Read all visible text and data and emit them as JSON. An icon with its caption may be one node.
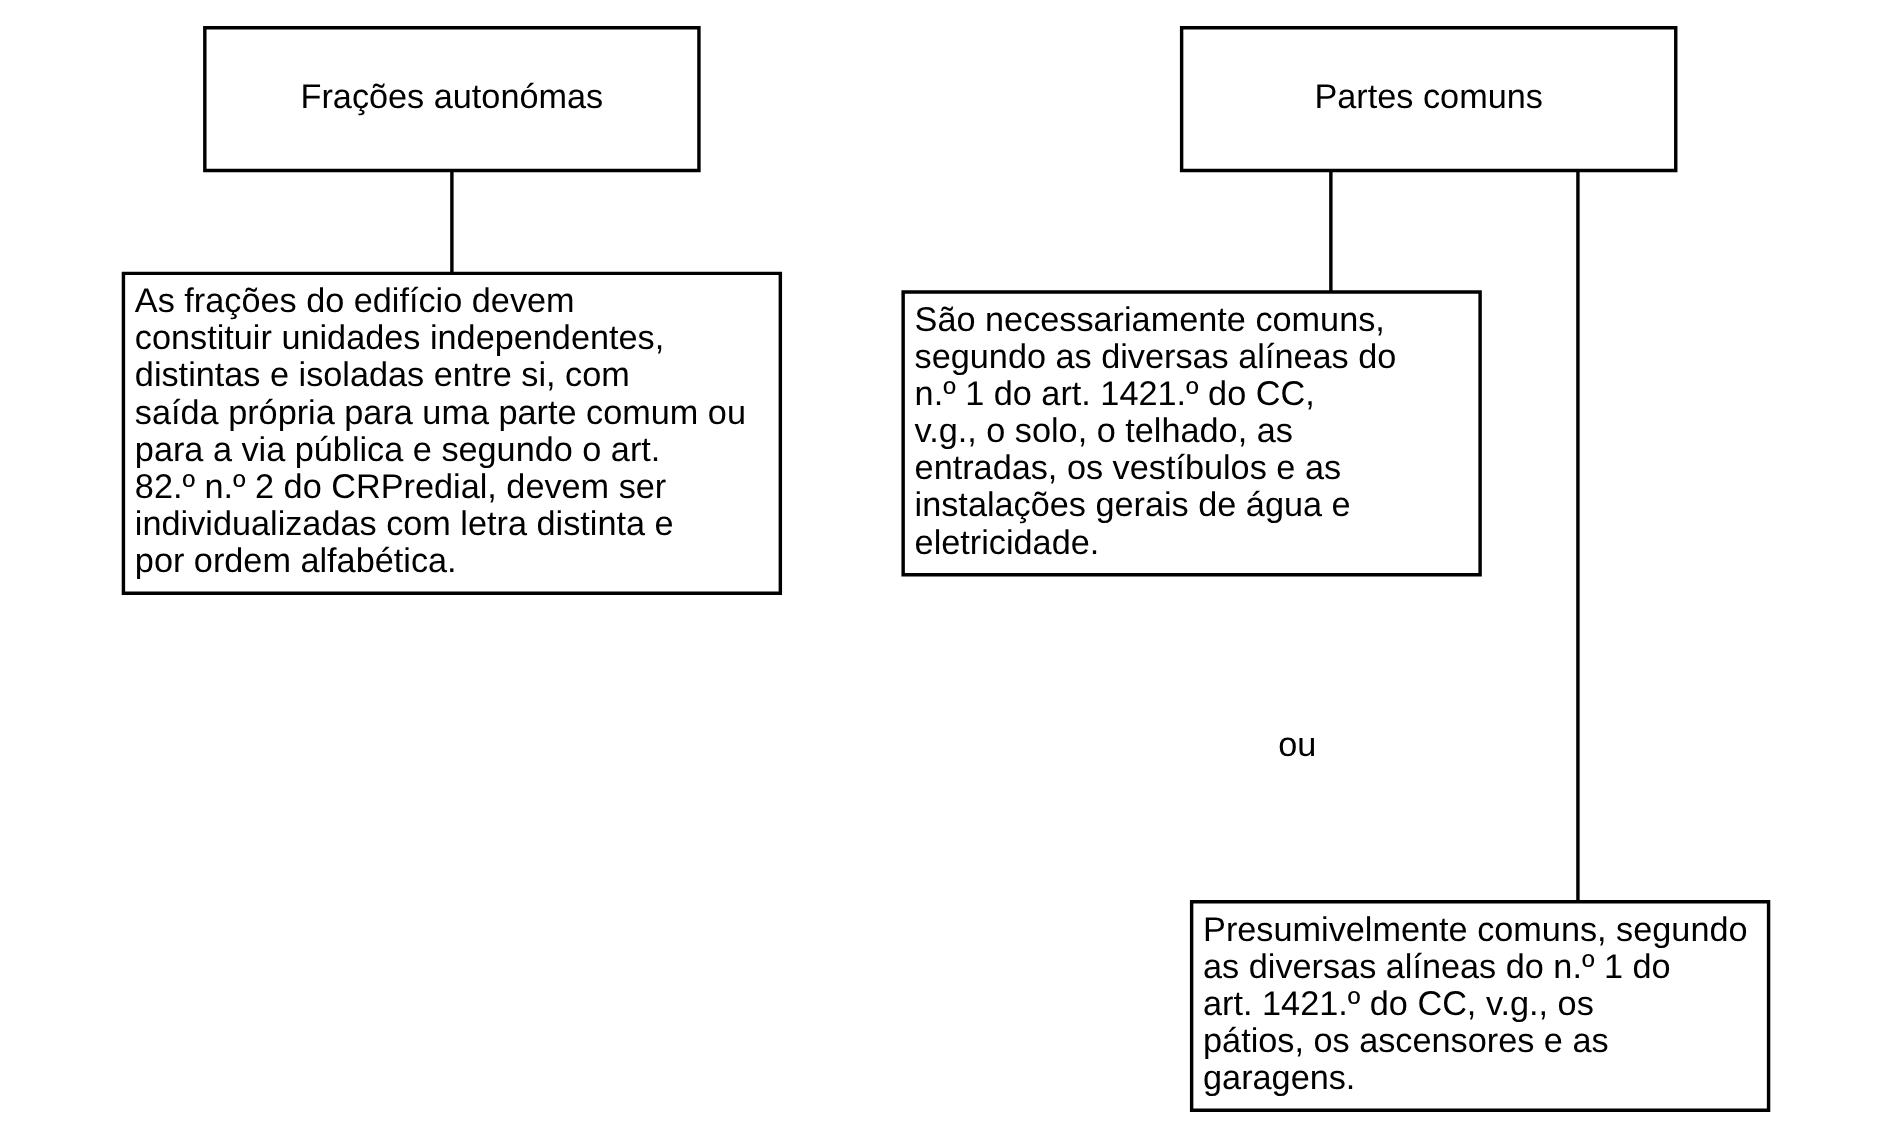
{
  "diagram": {
    "nodes": [
      {
        "text": [
          "Frações autonómas"
        ]
      },
      {
        "text": [
          "As frações do edifício devem constituir unidades independentes, distintas e isoladas entre si, com saída própria para uma parte comum ou para a via pública e segundo o art. 82.º n.º 2 do CRPredial, devem ser individualizadas com letra distinta e por ordem alfabética."
        ]
      },
      {
        "text": [
          "Partes comuns"
        ]
      },
      {
        "text": [
          "São necessariamente comuns, segundo as diversas alíneas do n.º 1 do art. 1421.º do CC, v.g., o solo, o telhado, as entradas, os vestíbulos e as instalações gerais de água e eletricidade."
        ]
      },
      {
        "text": [
          "Presumivelmente comuns, segundo as diversas alíneas do n.º 1 do art. 1421.º do CC, v.g., os pátios, os ascensores e as garagens."
        ]
      }
    ],
    "edges": [
      {
        "from": 0,
        "to": 1,
        "arrow": "none"
      },
      {
        "from": 2,
        "to": 3,
        "arrow": "none"
      },
      {
        "from": 2,
        "to": 4,
        "arrow": "none"
      }
    ],
    "labels": [
      "ou"
    ]
  }
}
